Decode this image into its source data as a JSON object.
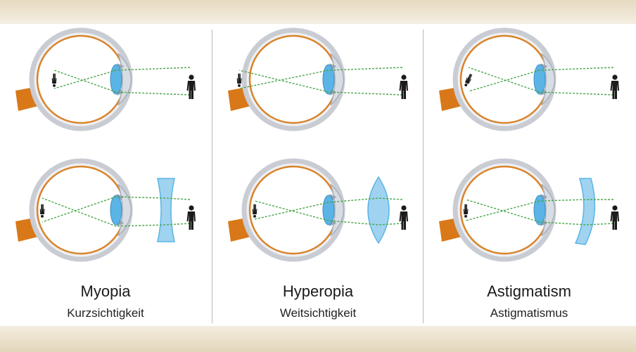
{
  "colors": {
    "sclera": "#c9ccd3",
    "choroid": "#d9832a",
    "optic_nerve": "#d97818",
    "lens": "#5ab4e6",
    "ray": "#4aa64a",
    "figure": "#1b1b1b",
    "divider": "#b9b9b9"
  },
  "columns": [
    {
      "title": "Myopia",
      "subtitle": "Kurzsichtigkeit",
      "uncorrected": {
        "condition": "myopia",
        "focus": "in-front-of-retina"
      },
      "corrected": {
        "corrective_lens": "concave"
      }
    },
    {
      "title": "Hyperopia",
      "subtitle": "Weitsichtigkeit",
      "uncorrected": {
        "condition": "hyperopia",
        "focus": "behind-retina"
      },
      "corrected": {
        "corrective_lens": "convex"
      }
    },
    {
      "title": "Astigmatism",
      "subtitle": "Astigmatismus",
      "uncorrected": {
        "condition": "astigmatism",
        "focus": "distorted"
      },
      "corrected": {
        "corrective_lens": "cylindrical"
      }
    }
  ]
}
